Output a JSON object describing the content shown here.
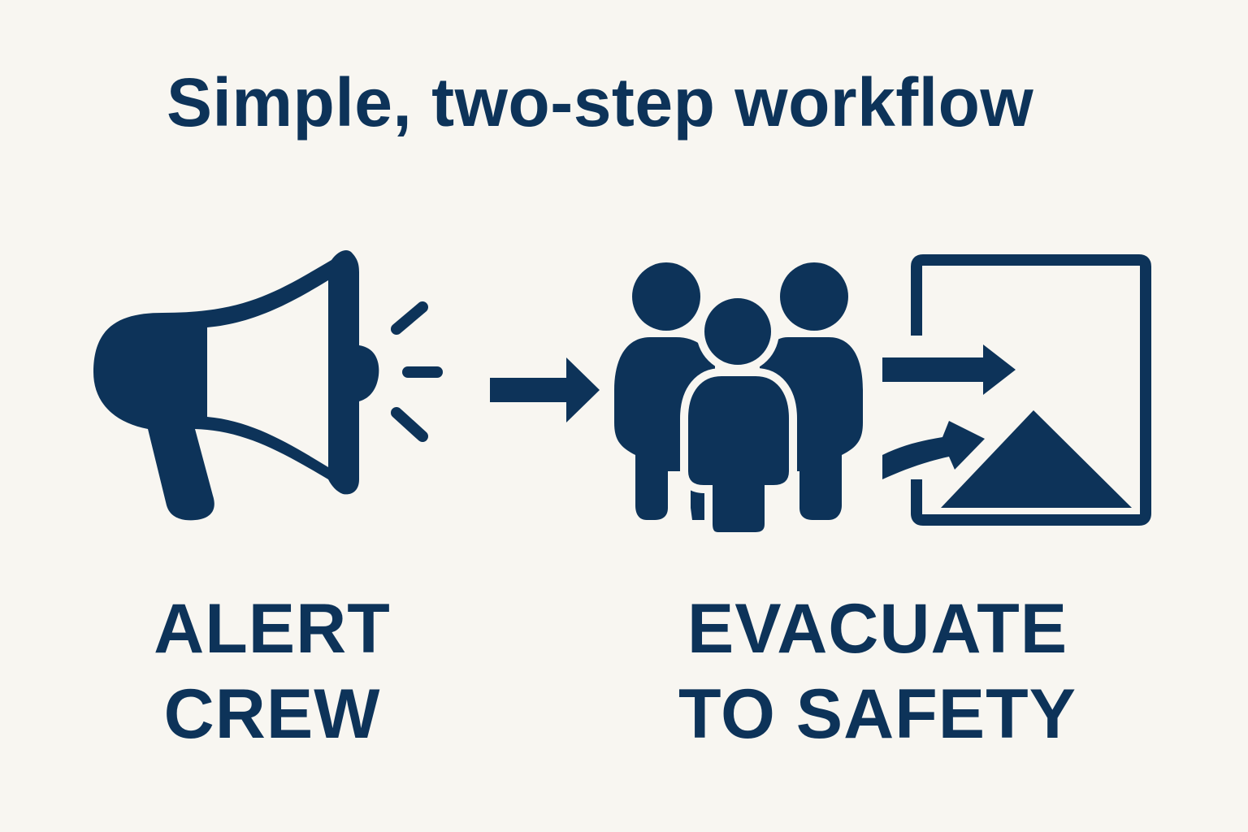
{
  "title": "Simple, two-step workflow",
  "colors": {
    "ink": "#0d3359",
    "background": "#f8f6f1"
  },
  "steps": [
    {
      "icon": "megaphone-icon",
      "label_line1": "ALERT",
      "label_line2": "CREW"
    },
    {
      "icon": "group-exit-icon",
      "label_line1": "EVACUATE",
      "label_line2": "TO SAFETY"
    }
  ],
  "connector_icon": "arrow-right-icon"
}
